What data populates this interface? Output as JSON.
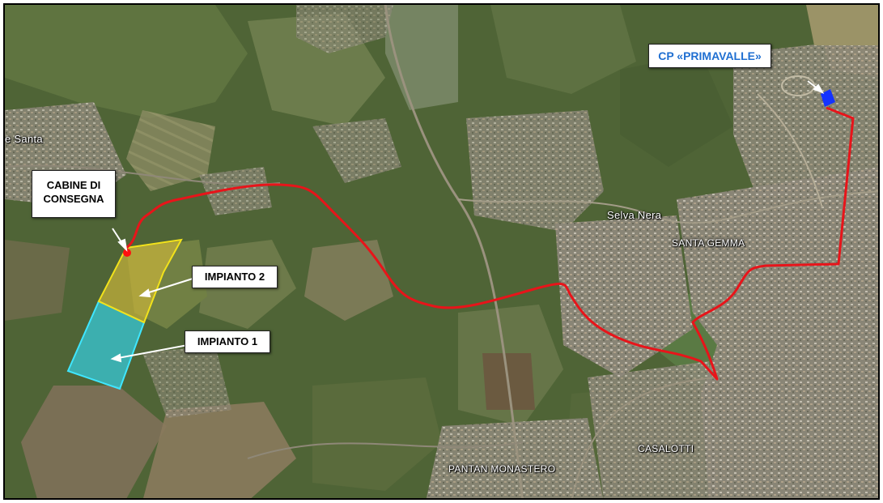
{
  "map": {
    "labels": {
      "cabine_line1": "CABINE DI",
      "cabine_line2": "CONSEGNA",
      "impianto2": "IMPIANTO 2",
      "impianto1": "IMPIANTO 1",
      "cp_primavalle": "CP «PRIMAVALLE»"
    },
    "places": {
      "santa": "e Santa",
      "selva_nera": "Selva Nera",
      "santa_gemma": "SANTA GEMMA",
      "casalotti": "CASALOTTI",
      "pantan_monastero": "PANTAN MONASTERO"
    },
    "colors": {
      "route": "#e8141a",
      "impianto1_fill": "#36c8d8",
      "impianto2_fill": "#c9b33a",
      "plot_outline_yellow": "#f2e21b",
      "plot_outline_cyan": "#3fe6ff",
      "cp_marker": "#1433ff",
      "cabine_marker": "#ff1010"
    }
  }
}
